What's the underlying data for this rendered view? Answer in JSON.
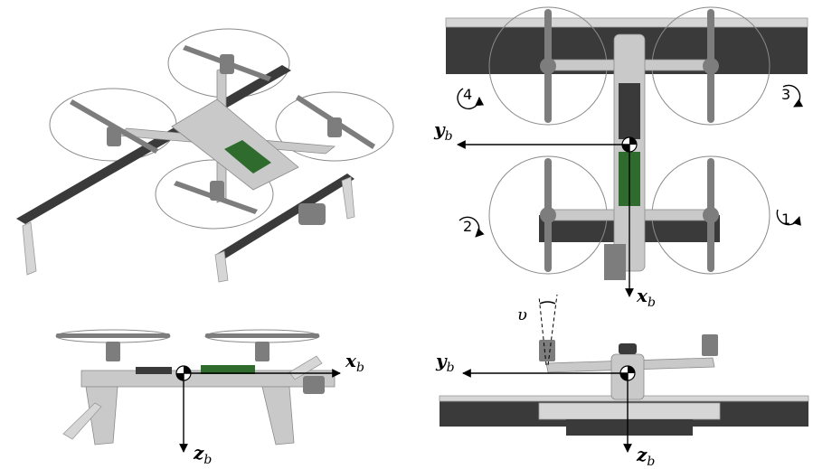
{
  "labels": {
    "iso_view": {},
    "top_view": {
      "axis_y": {
        "main": "y",
        "sub": "b"
      },
      "axis_x": {
        "main": "x",
        "sub": "b"
      },
      "rotors": [
        "1",
        "2",
        "3",
        "4"
      ]
    },
    "side_view": {
      "axis_x": {
        "main": "x",
        "sub": "b"
      },
      "axis_z": {
        "main": "z",
        "sub": "b"
      }
    },
    "front_view": {
      "axis_y": {
        "main": "y",
        "sub": "b"
      },
      "axis_z": {
        "main": "z",
        "sub": "b"
      },
      "tilt_angle": "υ"
    }
  },
  "colors": {
    "wing": "#3a3a3a",
    "board": "#2f6b2c",
    "frame": "#c9c9c9",
    "prop_disc": "#8a8a8a"
  },
  "icons": [
    "rotation-cw-icon",
    "rotation-ccw-icon"
  ]
}
